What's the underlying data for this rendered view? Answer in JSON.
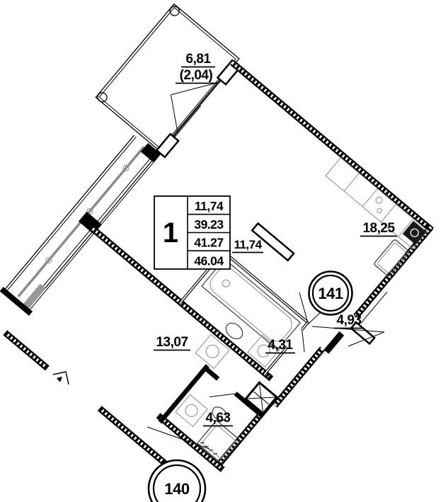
{
  "summary_table": {
    "room_count": "1",
    "values": [
      "11,74",
      "39.23",
      "41.27",
      "46.04"
    ]
  },
  "labels": {
    "terrace_area": "6,81",
    "terrace_area_reduced": "(2,04)",
    "room": "11,74",
    "kitchen_living": "18,25",
    "corridor": "13,07",
    "bathroom": "4,31",
    "entry_hall": "4,93",
    "shower_room": "4,63"
  },
  "badges": {
    "apartment_number": "141",
    "neighbor_apartment_number": "140"
  },
  "colors": {
    "walls": "#000000",
    "glazing": "#8a8a8a",
    "fixtures": "#9b9b9b",
    "background": "#ffffff"
  }
}
